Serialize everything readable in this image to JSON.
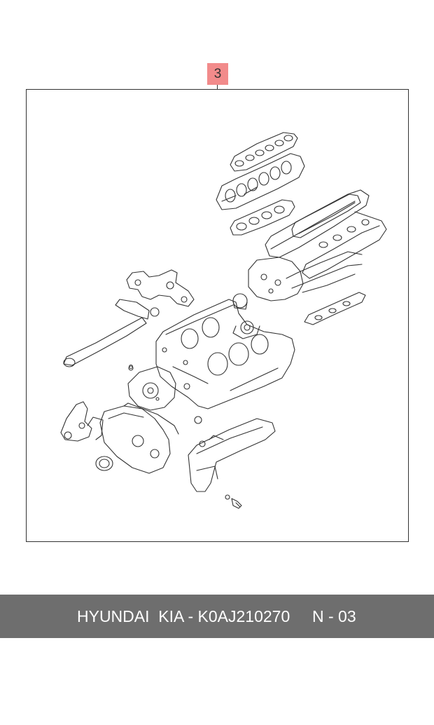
{
  "callout": {
    "label": "3"
  },
  "footer": {
    "brand_part": "HYUNDAI  KIA - K0AJ210270",
    "code": "N - 03"
  },
  "colors": {
    "callout_bg": "#f28b8b",
    "footer_bg": "#6e6e6e",
    "line": "#333333"
  }
}
